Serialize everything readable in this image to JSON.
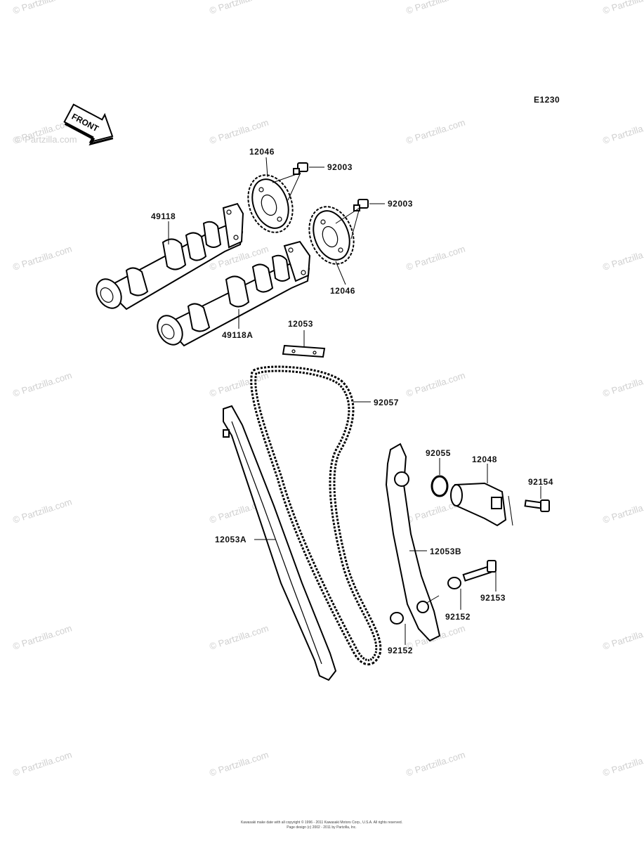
{
  "diagram_id": "E1230",
  "watermark": "© Partzilla.com",
  "front_label": "FRONT",
  "footer": {
    "line1": "Kawasaki make date with all copyright © 1996 - 2011 Kawasaki Motors Corp., U.S.A. All rights reserved.",
    "line2": "Page design (c) 2002 - 2011 by Partzilla, Inc."
  },
  "parts": [
    {
      "id": "p-12046-top",
      "number": "12046",
      "name": "camshaft-sprocket"
    },
    {
      "id": "p-92003-top",
      "number": "92003",
      "name": "sprocket-bolt"
    },
    {
      "id": "p-92003-right",
      "number": "92003",
      "name": "sprocket-bolt"
    },
    {
      "id": "p-49118",
      "number": "49118",
      "name": "camshaft"
    },
    {
      "id": "p-12046-bottom",
      "number": "12046",
      "name": "camshaft-sprocket"
    },
    {
      "id": "p-49118A",
      "number": "49118A",
      "name": "camshaft"
    },
    {
      "id": "p-12053",
      "number": "12053",
      "name": "chain-guide-upper"
    },
    {
      "id": "p-92057",
      "number": "92057",
      "name": "cam-chain"
    },
    {
      "id": "p-92055",
      "number": "92055",
      "name": "o-ring"
    },
    {
      "id": "p-12048",
      "number": "12048",
      "name": "chain-tensioner"
    },
    {
      "id": "p-92154",
      "number": "92154",
      "name": "tensioner-bolt"
    },
    {
      "id": "p-12053A",
      "number": "12053A",
      "name": "chain-guide-front"
    },
    {
      "id": "p-12053B",
      "number": "12053B",
      "name": "chain-guide-rear"
    },
    {
      "id": "p-92153",
      "number": "92153",
      "name": "guide-bolt"
    },
    {
      "id": "p-92152-right",
      "number": "92152",
      "name": "collar"
    },
    {
      "id": "p-92152-left",
      "number": "92152",
      "name": "collar"
    }
  ]
}
